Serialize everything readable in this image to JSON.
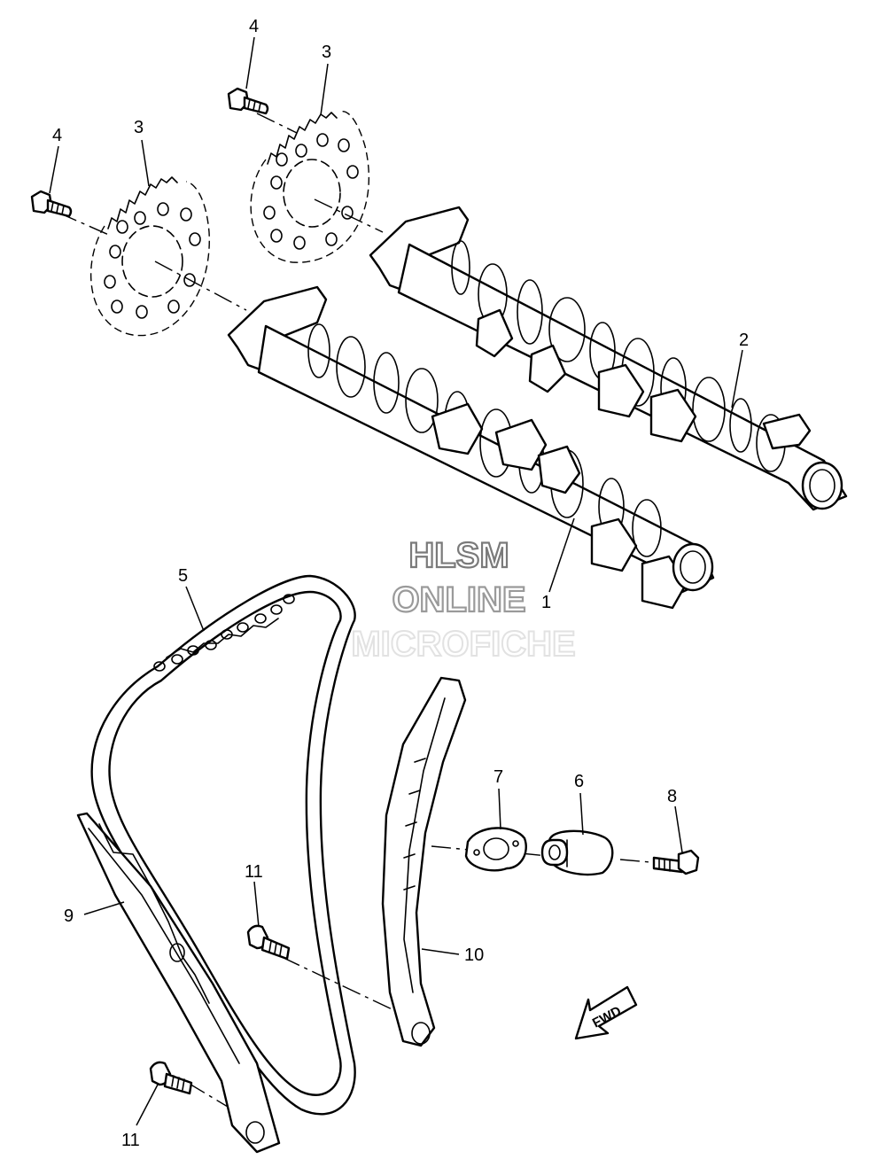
{
  "callouts": {
    "c1": "1",
    "c2": "2",
    "c3a": "3",
    "c3b": "3",
    "c4a": "4",
    "c4b": "4",
    "c5": "5",
    "c6": "6",
    "c7": "7",
    "c8": "8",
    "c9": "9",
    "c10": "10",
    "c11a": "11",
    "c11b": "11"
  },
  "watermark": {
    "line1": "HLSM",
    "line2": "ONLINE",
    "line3": "MICROFICHE"
  },
  "direction_badge": {
    "label": "FWD"
  }
}
